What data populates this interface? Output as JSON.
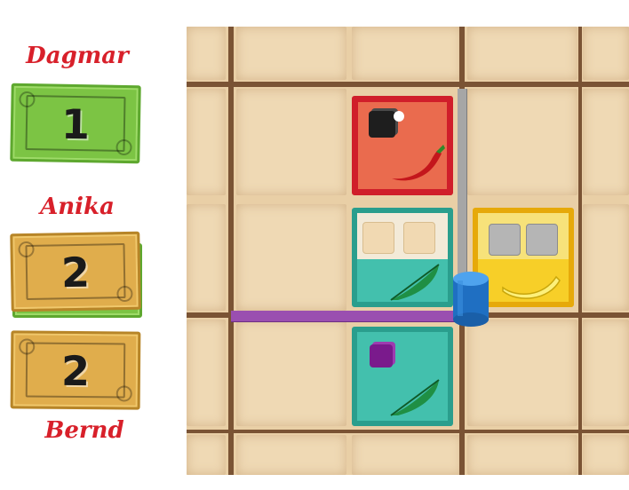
{
  "players": [
    {
      "name": "Dagmar",
      "money": "1",
      "note_color": "green"
    },
    {
      "name": "Anika",
      "money": "2",
      "note_color": "tan"
    },
    {
      "name": "Bernd",
      "money": "2",
      "note_color": "tan"
    }
  ],
  "colors": {
    "name_text": "#d8202a",
    "board": "#e9cfa6",
    "red_tile": "#ea6b4e",
    "teal_tile": "#43c0ad",
    "yellow_tile": "#f7cf28",
    "purple_road": "#9a4fb0",
    "gray_road": "#a6a6a6",
    "blue_marker": "#2a7fd0"
  },
  "tiles": [
    {
      "kind": "red",
      "goods_icon": "black-cube-icon",
      "crop_icon": "chili-pepper-icon"
    },
    {
      "kind": "teal",
      "goods_icon": "beige-cubes-icon",
      "crop_icon": "green-feather-icon"
    },
    {
      "kind": "yellow",
      "goods_icon": "gray-cubes-icon",
      "crop_icon": "banana-icon"
    },
    {
      "kind": "teal",
      "goods_icon": "purple-cube-icon",
      "crop_icon": "green-feather-icon"
    }
  ],
  "pieces": {
    "marker": "blue-cylinder-marker",
    "roads": [
      "purple-road",
      "gray-road"
    ]
  }
}
